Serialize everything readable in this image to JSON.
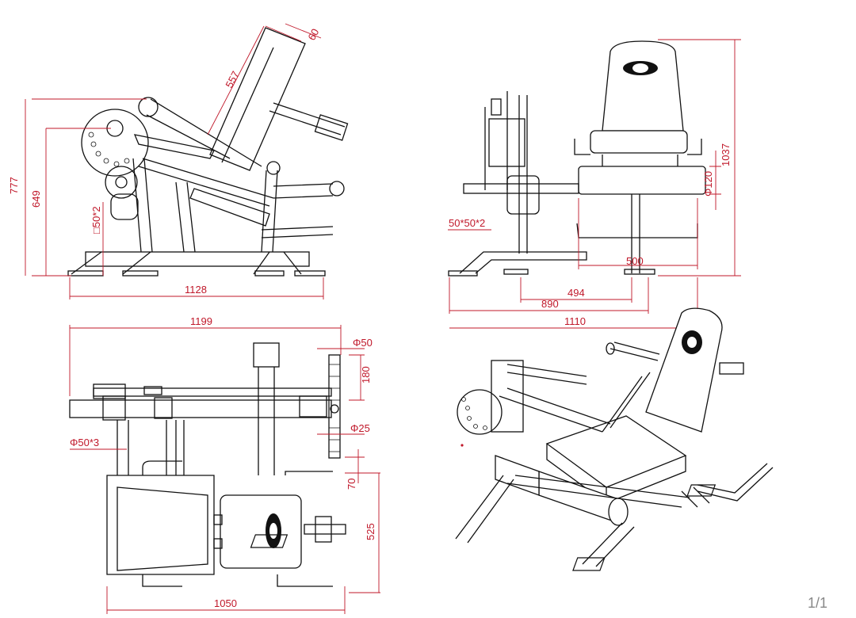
{
  "colors": {
    "line": "#111111",
    "dimension": "#c0182a",
    "background": "#ffffff"
  },
  "side_view": {
    "overall_length": "1128",
    "overall_height": "777",
    "pivot_height": "649",
    "tube_section": "□50*2",
    "backrest_length": "557",
    "backrest_thickness": "60"
  },
  "rear_view": {
    "overall_height": "1037",
    "roller_diameter": "Φ120",
    "tube_section": "50*50*2",
    "dim_500": "500",
    "dim_494": "494",
    "dim_890": "890",
    "overall_depth": "1110"
  },
  "top_view": {
    "overall_length": "1199",
    "overall_width": "1050",
    "peg_diameter": "Φ50",
    "peg_length": "180",
    "handle_diameter": "Φ25",
    "tube_diameter": "Φ50*3",
    "gap": "70",
    "seat_width": "525"
  },
  "footer": {
    "page_indicator": "1/1"
  }
}
